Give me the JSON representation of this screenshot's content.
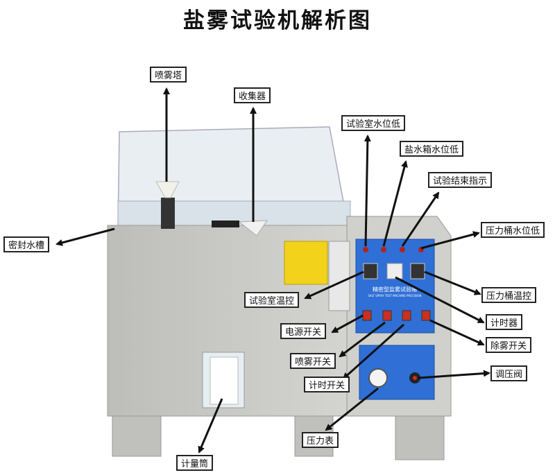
{
  "title": "盐雾试验机解析图",
  "panel": {
    "name": "精密型盐雾试验箱",
    "subtitle": "SALT SPRAY TEST MACHINE PRECISION"
  },
  "labels": [
    {
      "id": "spray-tower",
      "text": "喷雾塔"
    },
    {
      "id": "collector",
      "text": "收集器"
    },
    {
      "id": "chamber-water-low",
      "text": "试验室水位低"
    },
    {
      "id": "brine-tank-water-low",
      "text": "盐水箱水位低"
    },
    {
      "id": "test-end-indicator",
      "text": "试验结束指示"
    },
    {
      "id": "pressure-barrel-water-low",
      "text": "压力桶水位低"
    },
    {
      "id": "seal-water-trough",
      "text": "密封水槽"
    },
    {
      "id": "chamber-temp-control",
      "text": "试验室温控"
    },
    {
      "id": "pressure-barrel-temp-control",
      "text": "压力桶温控"
    },
    {
      "id": "timer",
      "text": "计时器"
    },
    {
      "id": "power-switch",
      "text": "电源开关"
    },
    {
      "id": "defog-switch",
      "text": "除雾开关"
    },
    {
      "id": "spray-switch",
      "text": "喷雾开关"
    },
    {
      "id": "pressure-regulator",
      "text": "调压阀"
    },
    {
      "id": "timer-switch",
      "text": "计时开关"
    },
    {
      "id": "pressure-gauge",
      "text": "压力表"
    },
    {
      "id": "measuring-cylinder",
      "text": "计量筒"
    }
  ],
  "colors": {
    "panel_blue": "#2f6fd6",
    "body_gray": "#c9c9c6",
    "indicator_red": "#b3231c",
    "warning_yellow": "#f2d21a"
  }
}
